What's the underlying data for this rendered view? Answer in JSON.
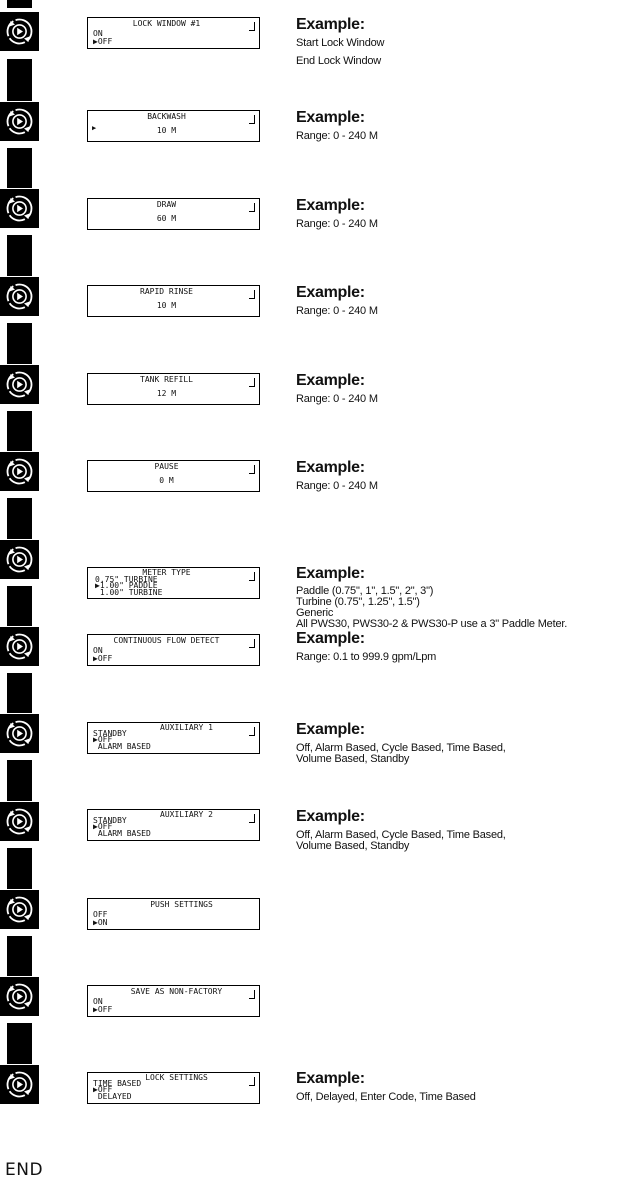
{
  "screens": [
    {
      "title": "LOCK WINDOW #1",
      "rows": [
        "ON",
        "OFF"
      ],
      "selected": 1,
      "corner": true
    },
    {
      "title": "BACKWASH",
      "value": "10 M",
      "arrow": true,
      "corner": true
    },
    {
      "title": "DRAW",
      "value": "60 M",
      "corner": true
    },
    {
      "title": "RAPID RINSE",
      "value": "10 M",
      "corner": true
    },
    {
      "title": "TANK REFILL",
      "value": "12 M",
      "corner": true
    },
    {
      "title": "PAUSE",
      "value": "0 M",
      "corner": true
    },
    {
      "title": "METER TYPE",
      "rows": [
        "0.75\" TURBINE",
        "1.00\" PADDLE",
        "1.00\" TURBINE"
      ],
      "selected": 1,
      "corner": true
    },
    {
      "title": "CONTINUOUS FLOW DETECT",
      "rows": [
        "ON",
        "OFF"
      ],
      "selected": 1,
      "corner": true
    },
    {
      "title": "AUXILIARY 1",
      "rows": [
        "STANDBY",
        "OFF",
        "ALARM BASED"
      ],
      "selected": 1,
      "corner": true
    },
    {
      "title": "AUXILIARY 2",
      "rows": [
        "STANDBY",
        "OFF",
        "ALARM BASED"
      ],
      "selected": 1,
      "corner": true
    },
    {
      "title": "PUSH SETTINGS",
      "rows": [
        "OFF",
        "ON"
      ],
      "selected": 1,
      "corner": false
    },
    {
      "title": "SAVE AS NON-FACTORY",
      "rows": [
        "ON",
        "OFF"
      ],
      "selected": 1,
      "corner": true
    },
    {
      "title": "LOCK SETTINGS",
      "rows": [
        "TIME BASED",
        "OFF",
        "DELAYED"
      ],
      "selected": 1,
      "corner": true
    }
  ],
  "examples": [
    {
      "heading": "Example:",
      "lines": [
        "Start Lock Window",
        "End Lock Window"
      ]
    },
    {
      "heading": "Example:",
      "lines": [
        "Range: 0 - 240 M"
      ]
    },
    {
      "heading": "Example:",
      "lines": [
        "Range: 0 - 240 M"
      ]
    },
    {
      "heading": "Example:",
      "lines": [
        "Range: 0 - 240 M"
      ]
    },
    {
      "heading": "Example:",
      "lines": [
        "Range: 0 - 240 M"
      ]
    },
    {
      "heading": "Example:",
      "lines": [
        "Range: 0 - 240 M"
      ]
    },
    {
      "heading": "Example:",
      "lines": [
        "Paddle (0.75\", 1\", 1.5\", 2\", 3\")",
        "Turbine (0.75\", 1.25\", 1.5\")",
        "Generic",
        "All PWS30, PWS30-2 & PWS30-P use a 3\" Paddle Meter."
      ]
    },
    {
      "heading": "Example:",
      "lines": [
        "Range: 0.1 to 999.9 gpm/Lpm"
      ]
    },
    {
      "heading": "Example:",
      "lines": [
        "Off, Alarm Based, Cycle Based, Time Based,",
        "Volume Based, Standby"
      ]
    },
    {
      "heading": "Example:",
      "lines": [
        "Off, Alarm Based, Cycle Based, Time Based,",
        "Volume Based, Standby"
      ]
    },
    {
      "heading": "Example:",
      "lines": [
        "Off, Delayed, Enter Code, Time Based"
      ]
    }
  ],
  "end_label": "END"
}
